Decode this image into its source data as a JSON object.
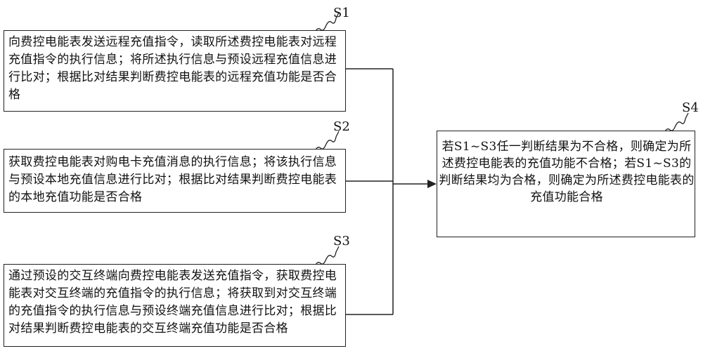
{
  "steps": {
    "s1": {
      "label": "S1",
      "text": "向费控电能表发送远程充值指令，读取所述费控电能表对远程充值指令的执行信息；将所述执行信息与预设远程充值信息进行比对；根据比对结果判断费控电能表的远程充值功能是否合格"
    },
    "s2": {
      "label": "S2",
      "text": "获取费控电能表对购电卡充值消息的执行信息；将该执行信息与预设本地充值信息进行比对；根据比对结果判断费控电能表的本地充值功能是否合格"
    },
    "s3": {
      "label": "S3",
      "text": "通过预设的交互终端向费控电能表发送充值指令，获取费控电能表对交互终端的充值指令的执行信息；将获取到对交互终端的充值指令的执行信息与预设终端充值信息进行比对；根据比对结果判断费控电能表的交互终端充值功能是否合格"
    },
    "s4": {
      "label": "S4",
      "text": "若S1~S3任一判断结果为不合格，则确定为所述费控电能表的充值功能不合格；若S1~S3的判断结果均为合格，则确定为所述费控电能表的充值功能合格"
    }
  }
}
